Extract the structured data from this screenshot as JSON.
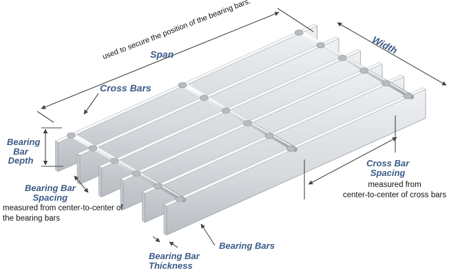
{
  "labels": {
    "span": "Span",
    "width": "Width",
    "cross_bars": "Cross Bars",
    "cross_bars_desc": "used to secure the position of the bearing bars.",
    "bearing_bar_depth": [
      "Bearing",
      "Bar",
      "Depth"
    ],
    "bearing_bar_spacing": [
      "Bearing Bar",
      "Spacing"
    ],
    "bearing_bar_spacing_desc": [
      "measured from center-to-center of",
      "the bearing bars"
    ],
    "cross_bar_spacing": [
      "Cross Bar",
      "Spacing"
    ],
    "cross_bar_spacing_desc": [
      "measured from",
      "center-to-center of cross bars"
    ],
    "bearing_bars": "Bearing Bars",
    "bearing_bar_thickness": [
      "Bearing Bar",
      "Thickness"
    ]
  },
  "colors": {
    "label": "#3b5a86",
    "dimension_line": "#444444",
    "steel_light": "#f2f3f5",
    "steel_dark": "#a9adb3"
  }
}
